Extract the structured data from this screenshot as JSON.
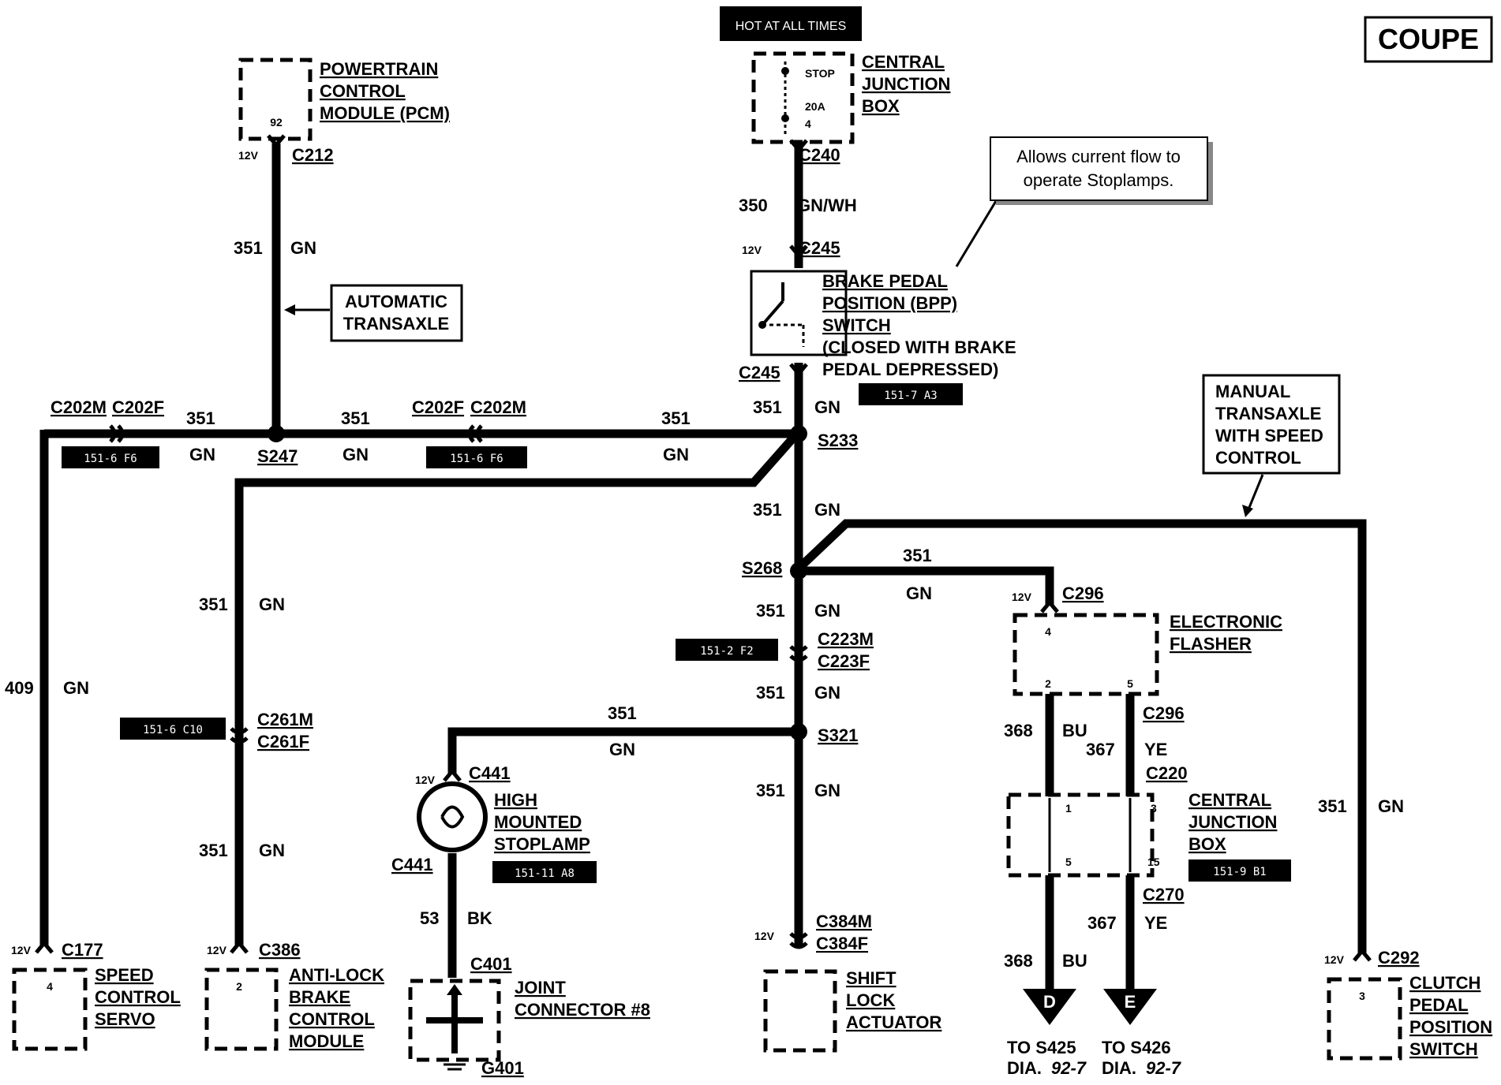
{
  "badge": "COUPE",
  "hot_label": "HOT AT ALL TIMES",
  "callout_bpp": [
    "Allows current flow to",
    "operate Stoplamps."
  ],
  "callout_auto": [
    "AUTOMATIC",
    "TRANSAXLE"
  ],
  "callout_manual": [
    "MANUAL",
    "TRANSAXLE",
    "WITH SPEED",
    "CONTROL"
  ],
  "components": {
    "pcm": {
      "lines": [
        "POWERTRAIN",
        "CONTROL",
        "MODULE (PCM)"
      ],
      "pin": "92"
    },
    "cjb_top": {
      "lines": [
        "CENTRAL",
        "JUNCTION",
        "BOX"
      ],
      "fuse_name": "STOP",
      "fuse_rating": "20A",
      "fuse_num": "4"
    },
    "bpp": {
      "lines": [
        "BRAKE PEDAL",
        "POSITION (BPP)",
        "SWITCH",
        "(CLOSED WITH BRAKE",
        "PEDAL DEPRESSED)"
      ]
    },
    "speed_servo": {
      "lines": [
        "SPEED",
        "CONTROL",
        "SERVO"
      ],
      "pin": "4"
    },
    "abs_module": {
      "lines": [
        "ANTI-LOCK",
        "BRAKE",
        "CONTROL",
        "MODULE"
      ],
      "pin": "2"
    },
    "hmsl": {
      "lines": [
        "HIGH",
        "MOUNTED",
        "STOPLAMP"
      ]
    },
    "joint": {
      "lines": [
        "JOINT",
        "CONNECTOR #8"
      ]
    },
    "shift_lock": {
      "lines": [
        "SHIFT",
        "LOCK",
        "ACTUATOR"
      ]
    },
    "flasher": {
      "lines": [
        "ELECTRONIC",
        "FLASHER"
      ],
      "pins": [
        "4",
        "2",
        "5"
      ]
    },
    "cjb_bottom": {
      "lines": [
        "CENTRAL",
        "JUNCTION",
        "BOX"
      ],
      "pins": [
        "1",
        "3",
        "5",
        "15"
      ]
    },
    "clutch": {
      "lines": [
        "CLUTCH",
        "PEDAL",
        "POSITION",
        "SWITCH"
      ],
      "pin": "3"
    }
  },
  "connectors": {
    "c212": "C212",
    "c240": "C240",
    "c245a": "C245",
    "c245b": "C245",
    "c202m_l": "C202M",
    "c202f_l": "C202F",
    "c202f_r": "C202F",
    "c202m_r": "C202M",
    "s247": "S247",
    "s233": "S233",
    "s268": "S268",
    "s321": "S321",
    "c296a": "C296",
    "c296b": "C296",
    "c220": "C220",
    "c270": "C270",
    "c223m": "C223M",
    "c223f": "C223F",
    "c261m": "C261M",
    "c261f": "C261F",
    "c441a": "C441",
    "c441b": "C441",
    "c401": "C401",
    "g401": "G401",
    "c384m": "C384M",
    "c384f": "C384F",
    "c177": "C177",
    "c386": "C386",
    "c292": "C292"
  },
  "voltage": "12V",
  "refs": {
    "r1": "151-6 F6",
    "r2": "151-6 F6",
    "r3": "151-7 A3",
    "r4": "151-2 F2",
    "r5": "151-6 C10",
    "r6": "151-11 A8",
    "r7": "151-9 B1"
  },
  "wires": {
    "n351": "351",
    "gn": "GN",
    "n350": "350",
    "gnwh": "GN/WH",
    "n409": "409",
    "n53": "53",
    "bk": "BK",
    "n368": "368",
    "bu": "BU",
    "n367": "367",
    "ye": "YE"
  },
  "offpage": {
    "d": "D",
    "e": "E",
    "d_to": "TO S425",
    "e_to": "TO S426",
    "d_dia_label": "DIA.",
    "d_dia": "92-7",
    "e_dia_label": "DIA.",
    "e_dia": "92-7"
  }
}
